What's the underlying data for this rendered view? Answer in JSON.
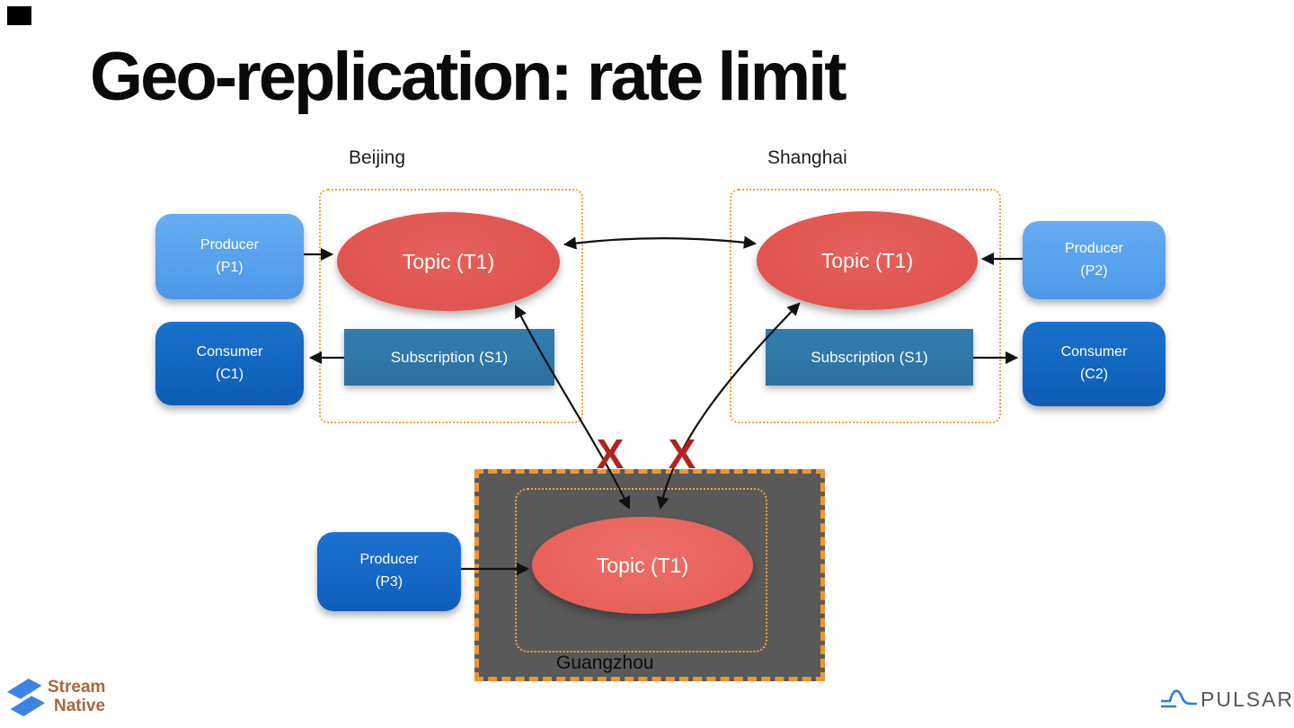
{
  "slide": {
    "title": "Geo-replication: rate limit"
  },
  "clusters": {
    "beijing": {
      "label": "Beijing",
      "topic": "Topic (T1)",
      "subscription": "Subscription (S1)"
    },
    "shanghai": {
      "label": "Shanghai",
      "topic": "Topic (T1)",
      "subscription": "Subscription (S1)"
    },
    "guangzhou": {
      "label": "Guangzhou",
      "topic": "Topic (T1)"
    }
  },
  "clients": {
    "p1": {
      "line1": "Producer",
      "line2": "(P1)"
    },
    "c1": {
      "line1": "Consumer",
      "line2": "(C1)"
    },
    "p2": {
      "line1": "Producer",
      "line2": "(P2)"
    },
    "c2": {
      "line1": "Consumer",
      "line2": "(C2)"
    },
    "p3": {
      "line1": "Producer",
      "line2": "(P3)"
    }
  },
  "annotations": {
    "blocked_left": "X",
    "blocked_right": "X"
  },
  "logos": {
    "streamnative_line1": "Stream",
    "streamnative_line2": "Native",
    "streamnative_icon": "streamnative-s-icon",
    "pulsar_icon": "pulsar-wave-icon",
    "pulsar_text": "PULSAR"
  },
  "colors": {
    "producer_light_blue": "#57a0ee",
    "consumer_blue": "#1165bf",
    "producer3_blue": "#1467c6",
    "topic_red": "#e1544f",
    "subscription_blue": "#2f77a8",
    "cluster_border_orange": "#f2a33c",
    "guangzhou_border_orange": "#f0962d",
    "guangzhou_fill": "#595959",
    "blocked_x_red": "#b2231d",
    "arrow_black": "#111111",
    "streamnative_blue": "#3c83e4",
    "streamnative_text_brown": "#a9663c",
    "pulsar_blue": "#2b7de1",
    "pulsar_text_gray": "#54565a"
  }
}
